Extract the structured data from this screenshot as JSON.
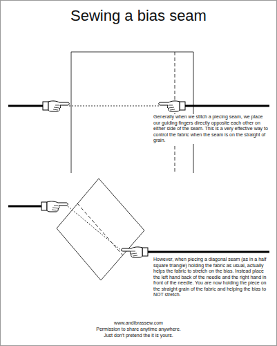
{
  "diagram": {
    "title": "Sewing a bias seam",
    "labels": [
      "Generally when we stitch a piecing seam, we place our guiding fingers directly opposite each other on either side of the seam. This is a very effective way to control the fabric when the seam is on the straight of grain.",
      "However, when piecing a diagonal seam (as in a half square triangle) holding the fabric as usual, actually helps the fabric to stretch on the bias. Instead place the left hand back of the needle and the right hand in front of the needle. You are now holding the piece on the straight grain of the fabric and helping the bias to NOT stretch.",
      "www.andibrassew.com",
      "Permission to share anytime anywhere.",
      "Just don't pretend the it is yours."
    ]
  }
}
